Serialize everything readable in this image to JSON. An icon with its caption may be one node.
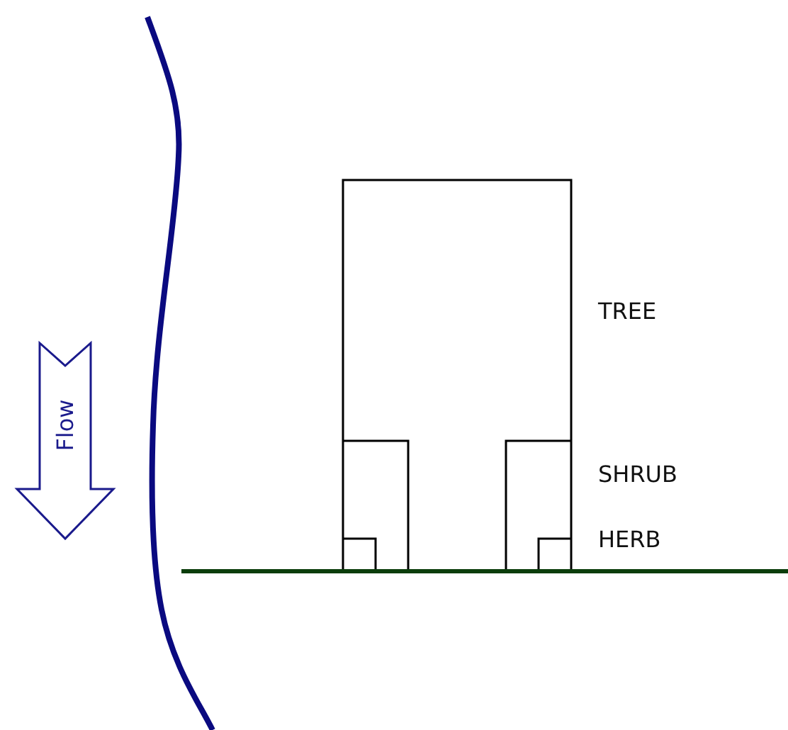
{
  "diagram": {
    "labels": [
      "TREE",
      "Flow",
      "SHRUB",
      "HERB"
    ]
  }
}
